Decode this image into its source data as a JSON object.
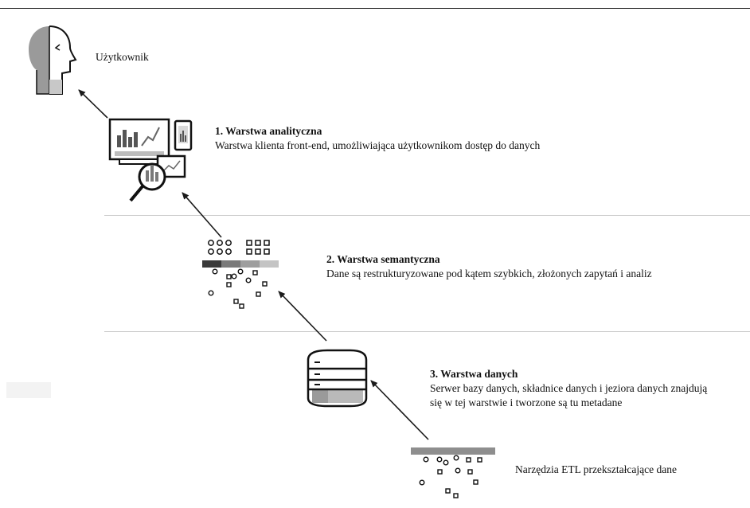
{
  "user": {
    "label": "Użytkownik"
  },
  "layers": [
    {
      "title": "1. Warstwa analityczna",
      "lines": [
        "Warstwa klienta front-end, umożliwiająca użytkownikom dostęp do danych"
      ]
    },
    {
      "title": "2. Warstwa semantyczna",
      "lines": [
        "Dane są restrukturyzowane pod kątem szybkich, złożonych zapytań i analiz"
      ]
    },
    {
      "title": "3. Warstwa danych",
      "lines": [
        "Serwer bazy danych, składnice danych i jeziora danych znajdują",
        "się w tej warstwie i tworzone są tu metadane"
      ]
    }
  ],
  "etl": {
    "label": "Narzędzia ETL przekształcające dane"
  },
  "icons": {
    "user": "head-profile-icon",
    "analytics": "analytics-devices-icon",
    "semantic": "semantic-data-filter-icon",
    "database": "database-icon",
    "etl": "etl-filter-icon"
  },
  "colors": {
    "line": "#1a1a1a",
    "dark_gray": "#4a4a4a",
    "mid_gray": "#8a8a8a",
    "light_gray": "#bdbdbd"
  }
}
